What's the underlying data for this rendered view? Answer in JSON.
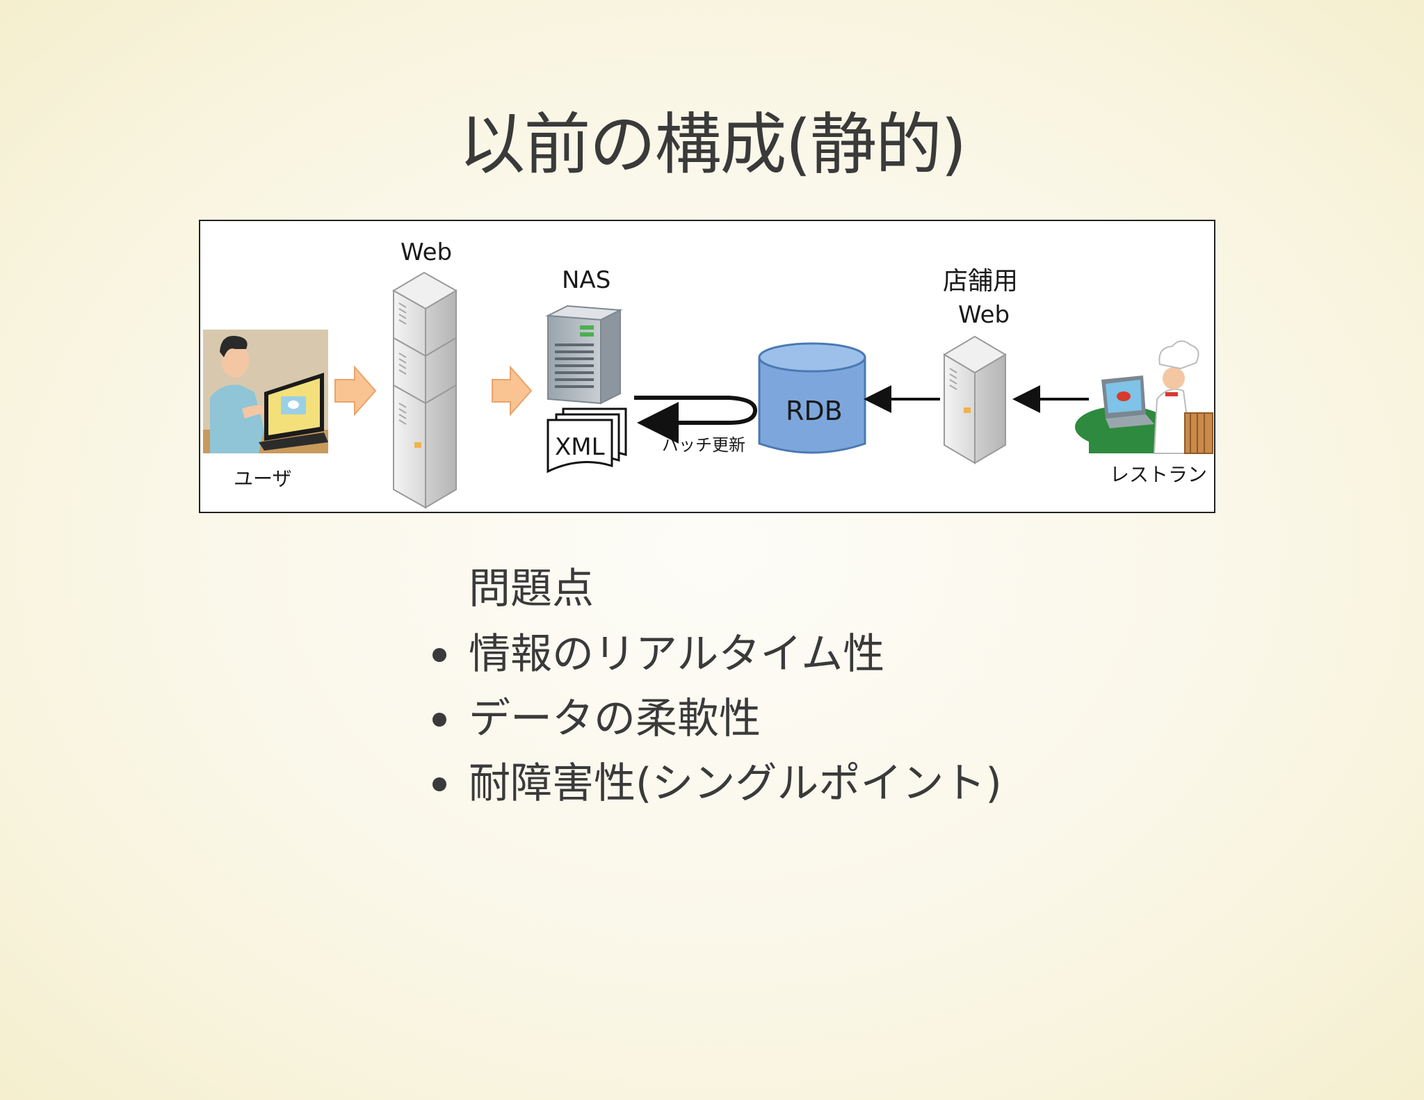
{
  "slide": {
    "title": "以前の構成(静的)"
  },
  "diagram": {
    "user_label": "ユーザ",
    "web_label": "Web",
    "nas_label": "NAS",
    "xml_label": "XML",
    "batch_label": "バッチ更新",
    "rdb_label": "RDB",
    "shop_web_label_line1": "店舗用",
    "shop_web_label_line2": "Web",
    "restaurant_label": "レストラン",
    "colors": {
      "arrow_orange": "#f9c392",
      "rdb_blue": "#7da7dc",
      "server_gray": "#e2e2e2"
    }
  },
  "problems": {
    "heading": "問題点",
    "items": [
      "情報のリアルタイム性",
      "データの柔軟性",
      "耐障害性(シングルポイント)"
    ]
  }
}
